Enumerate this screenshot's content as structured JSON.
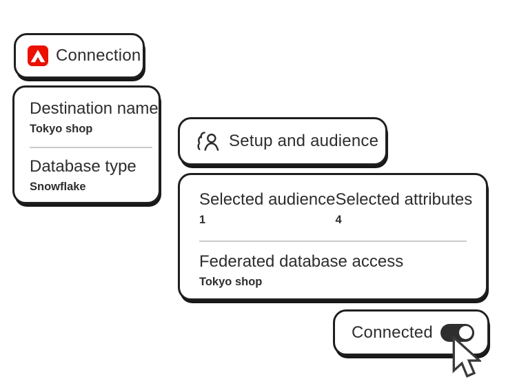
{
  "colors": {
    "background": "#ffffff",
    "card_background": "#ffffff",
    "card_border": "#1f1f1f",
    "text": "#2d2d2d",
    "divider": "#cbcbcb",
    "adobe_red": "#EB1000",
    "toggle_on": "#2e2e2e",
    "toggle_knob": "#ffffff"
  },
  "connection_card": {
    "icon": "adobe-logo-icon",
    "title": "Connection"
  },
  "destination_card": {
    "fields": [
      {
        "label": "Destination name",
        "value": "Tokyo shop"
      },
      {
        "label": "Database type",
        "value": "Snowflake"
      }
    ]
  },
  "setup_card": {
    "icon": "audience-icon",
    "title": "Setup and audience"
  },
  "details_card": {
    "stats": [
      {
        "label": "Selected audience",
        "value": "1"
      },
      {
        "label": "Selected attributes",
        "value": "4"
      }
    ],
    "field": {
      "label": "Federated database access",
      "value": "Tokyo shop"
    }
  },
  "connected_card": {
    "label": "Connected",
    "toggle_state": "on"
  },
  "cursor": {
    "type": "arrow-pointer"
  }
}
